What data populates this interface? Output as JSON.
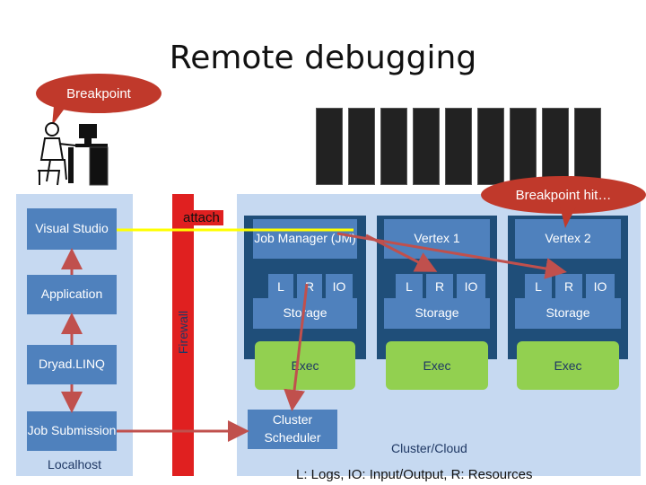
{
  "title": "Remote debugging",
  "bubble_left": "Breakpoint",
  "bubble_right": "Breakpoint hit…",
  "localhost": {
    "visual_studio": "Visual Studio",
    "application": "Application",
    "dryadlinq": "Dryad.LINQ",
    "job_submission": "Job Submission",
    "label": "Localhost"
  },
  "firewall": {
    "label": "Firewall",
    "attach": "attach"
  },
  "cluster": {
    "job_manager": "Job Manager (JM)",
    "vertex1": "Vertex 1",
    "vertex2": "Vertex 2",
    "l": "L",
    "r": "R",
    "io": "IO",
    "storage": "Storage",
    "exec": "Exec",
    "scheduler": "Cluster Scheduler",
    "label": "Cluster/Cloud"
  },
  "legend": "L: Logs, IO: Input/Output, R: Resources",
  "colors": {
    "firewall": "#e02020",
    "arrow": "#c0504d",
    "attach_line": "#ffff00",
    "panel": "#c6d9f1",
    "box": "#4f81bd",
    "exec": "#92d050"
  }
}
